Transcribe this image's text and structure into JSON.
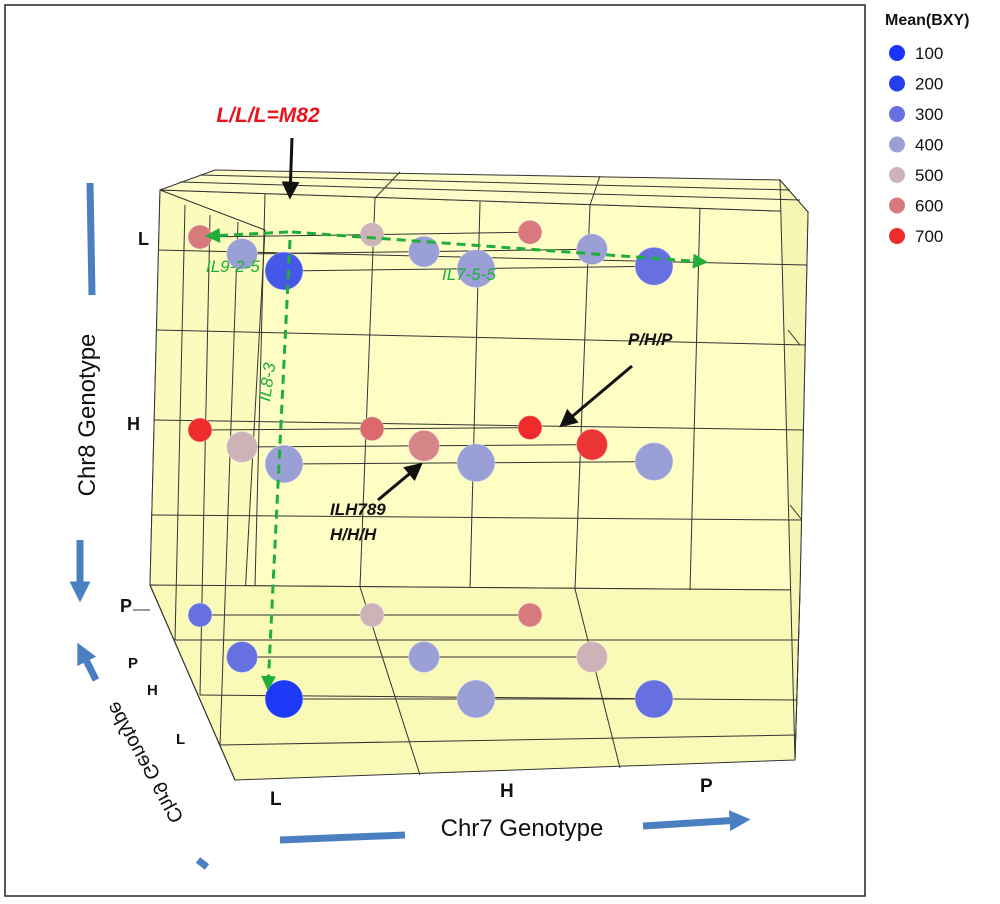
{
  "chart_data": {
    "type": "scatter",
    "axes": {
      "x": {
        "title": "Chr7 Genotype",
        "ticks": [
          "L",
          "H",
          "P"
        ]
      },
      "y": {
        "title": "Chr8 Genotype",
        "ticks": [
          "L",
          "H",
          "P"
        ]
      },
      "z": {
        "title": "Chr9 Genotype",
        "ticks": [
          "P",
          "H",
          "L"
        ]
      }
    },
    "legend": {
      "title": "Mean(BXY)",
      "position": "top-right",
      "entries": [
        {
          "label": "100",
          "color": "#1a33ff"
        },
        {
          "label": "200",
          "color": "#2440ee"
        },
        {
          "label": "300",
          "color": "#6670e0"
        },
        {
          "label": "400",
          "color": "#9aa0d6"
        },
        {
          "label": "500",
          "color": "#cdb3b8"
        },
        {
          "label": "600",
          "color": "#d87a7d"
        },
        {
          "label": "700",
          "color": "#ee2c2c"
        }
      ]
    },
    "points": [
      {
        "chr7": "L",
        "chr8": "L",
        "chr9": "P",
        "mean": 600
      },
      {
        "chr7": "L",
        "chr8": "L",
        "chr9": "H",
        "mean": 400
      },
      {
        "chr7": "L",
        "chr8": "L",
        "chr9": "L",
        "mean": 250
      },
      {
        "chr7": "H",
        "chr8": "L",
        "chr9": "P",
        "mean": 500
      },
      {
        "chr7": "H",
        "chr8": "L",
        "chr9": "H",
        "mean": 400
      },
      {
        "chr7": "H",
        "chr8": "L",
        "chr9": "L",
        "mean": 400
      },
      {
        "chr7": "P",
        "chr8": "L",
        "chr9": "P",
        "mean": 600
      },
      {
        "chr7": "P",
        "chr8": "L",
        "chr9": "H",
        "mean": 400
      },
      {
        "chr7": "P",
        "chr8": "L",
        "chr9": "L",
        "mean": 300
      },
      {
        "chr7": "L",
        "chr8": "H",
        "chr9": "P",
        "mean": 700
      },
      {
        "chr7": "L",
        "chr8": "H",
        "chr9": "H",
        "mean": 500
      },
      {
        "chr7": "L",
        "chr8": "H",
        "chr9": "L",
        "mean": 400
      },
      {
        "chr7": "H",
        "chr8": "H",
        "chr9": "P",
        "mean": 620
      },
      {
        "chr7": "H",
        "chr8": "H",
        "chr9": "H",
        "mean": 580
      },
      {
        "chr7": "H",
        "chr8": "H",
        "chr9": "L",
        "mean": 400
      },
      {
        "chr7": "P",
        "chr8": "H",
        "chr9": "P",
        "mean": 700
      },
      {
        "chr7": "P",
        "chr8": "H",
        "chr9": "H",
        "mean": 690
      },
      {
        "chr7": "P",
        "chr8": "H",
        "chr9": "L",
        "mean": 400
      },
      {
        "chr7": "L",
        "chr8": "P",
        "chr9": "P",
        "mean": 300
      },
      {
        "chr7": "L",
        "chr8": "P",
        "chr9": "H",
        "mean": 300
      },
      {
        "chr7": "L",
        "chr8": "P",
        "chr9": "L",
        "mean": 150
      },
      {
        "chr7": "H",
        "chr8": "P",
        "chr9": "P",
        "mean": 500
      },
      {
        "chr7": "H",
        "chr8": "P",
        "chr9": "H",
        "mean": 400
      },
      {
        "chr7": "H",
        "chr8": "P",
        "chr9": "L",
        "mean": 400
      },
      {
        "chr7": "P",
        "chr8": "P",
        "chr9": "P",
        "mean": 600
      },
      {
        "chr7": "P",
        "chr8": "P",
        "chr9": "H",
        "mean": 500
      },
      {
        "chr7": "P",
        "chr8": "P",
        "chr9": "L",
        "mean": 300
      }
    ],
    "annotations": {
      "m82": "L/L/L=M82",
      "il925": "IL9-2-5",
      "il755": "IL7-5-5",
      "il83": "IL8-3",
      "php": "P/H/P",
      "ilh789_a": "ILH789",
      "ilh789_b": "H/H/H"
    }
  }
}
